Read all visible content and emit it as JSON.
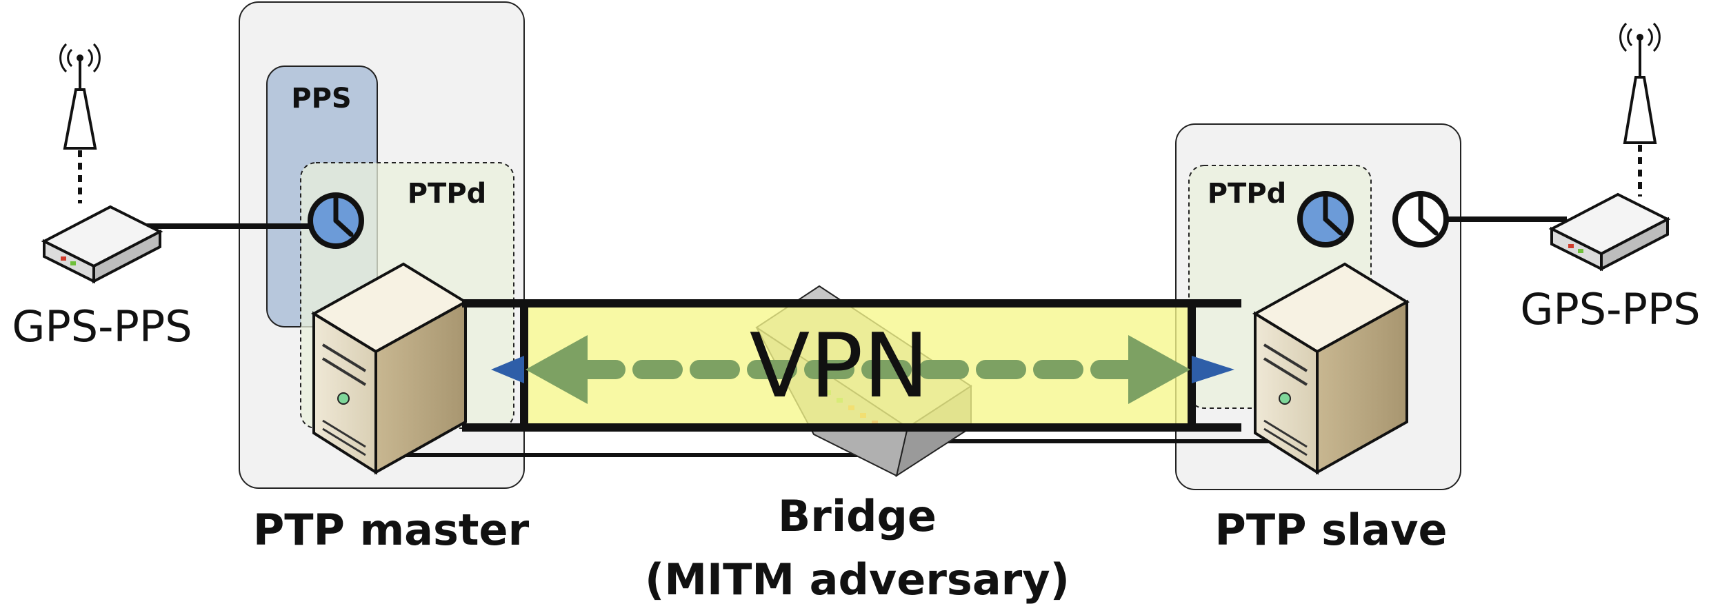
{
  "left_gps": {
    "label": "GPS-PPS"
  },
  "right_gps": {
    "label": "GPS-PPS"
  },
  "master": {
    "label": "PTP master",
    "pps_label": "PPS",
    "daemon_label": "PTPd"
  },
  "slave": {
    "label": "PTP slave",
    "daemon_label": "PTPd"
  },
  "bridge": {
    "line1": "Bridge",
    "line2": "(MITM adversary)"
  },
  "tunnel": {
    "label": "VPN"
  },
  "colors": {
    "box_fill": "#f2f2f2",
    "pps_fill": "#b7c7dc",
    "ptpd_fill": "#eaf0dc",
    "vpn_fill": "#f6f78a",
    "arrow_green": "#7da163",
    "arrow_blue": "#2e5ea8",
    "clock_blue": "#6c9bd8"
  }
}
